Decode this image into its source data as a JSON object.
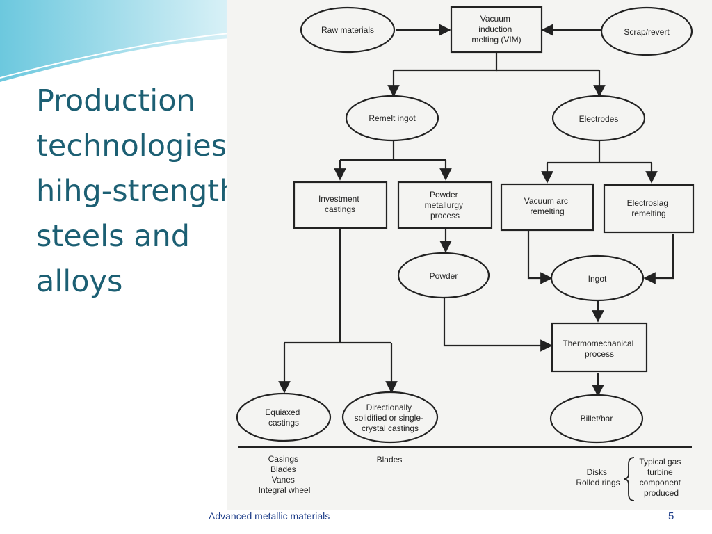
{
  "slide": {
    "title_lines": [
      "Production",
      "technologies of",
      "hihg-strength",
      "steels and",
      "alloys"
    ],
    "footer": "Advanced metallic materials",
    "page_number": "5"
  },
  "diagram": {
    "nodes": {
      "raw_materials": [
        "Raw materials"
      ],
      "vim": [
        "Vacuum",
        "induction",
        "melting (VIM)"
      ],
      "scrap": [
        "Scrap/revert"
      ],
      "remelt_ingot": [
        "Remelt ingot"
      ],
      "electrodes": [
        "Electrodes"
      ],
      "investment": [
        "Investment",
        "castings"
      ],
      "powder_met": [
        "Powder",
        "metallurgy",
        "process"
      ],
      "var": [
        "Vacuum arc",
        "remelting"
      ],
      "esr": [
        "Electroslag",
        "remelting"
      ],
      "powder": [
        "Powder"
      ],
      "ingot": [
        "Ingot"
      ],
      "thermo": [
        "Thermomechanical",
        "process"
      ],
      "equiaxed": [
        "Equiaxed",
        "castings"
      ],
      "directional": [
        "Directionally",
        "solidified or single-",
        "crystal castings"
      ],
      "billet": [
        "Billet/bar"
      ]
    },
    "products": {
      "equiaxed_list": [
        "Casings",
        "Blades",
        "Vanes",
        "Integral wheel"
      ],
      "directional_list": [
        "Blades"
      ],
      "billet_list": [
        "Disks",
        "Rolled rings"
      ],
      "bracket_note": [
        "Typical gas",
        "turbine",
        "component",
        "produced"
      ]
    }
  },
  "colors": {
    "title": "#1c5f73",
    "footer": "#1f3f8a",
    "scan_paper": "#f4f4f2",
    "ink": "#222222"
  }
}
